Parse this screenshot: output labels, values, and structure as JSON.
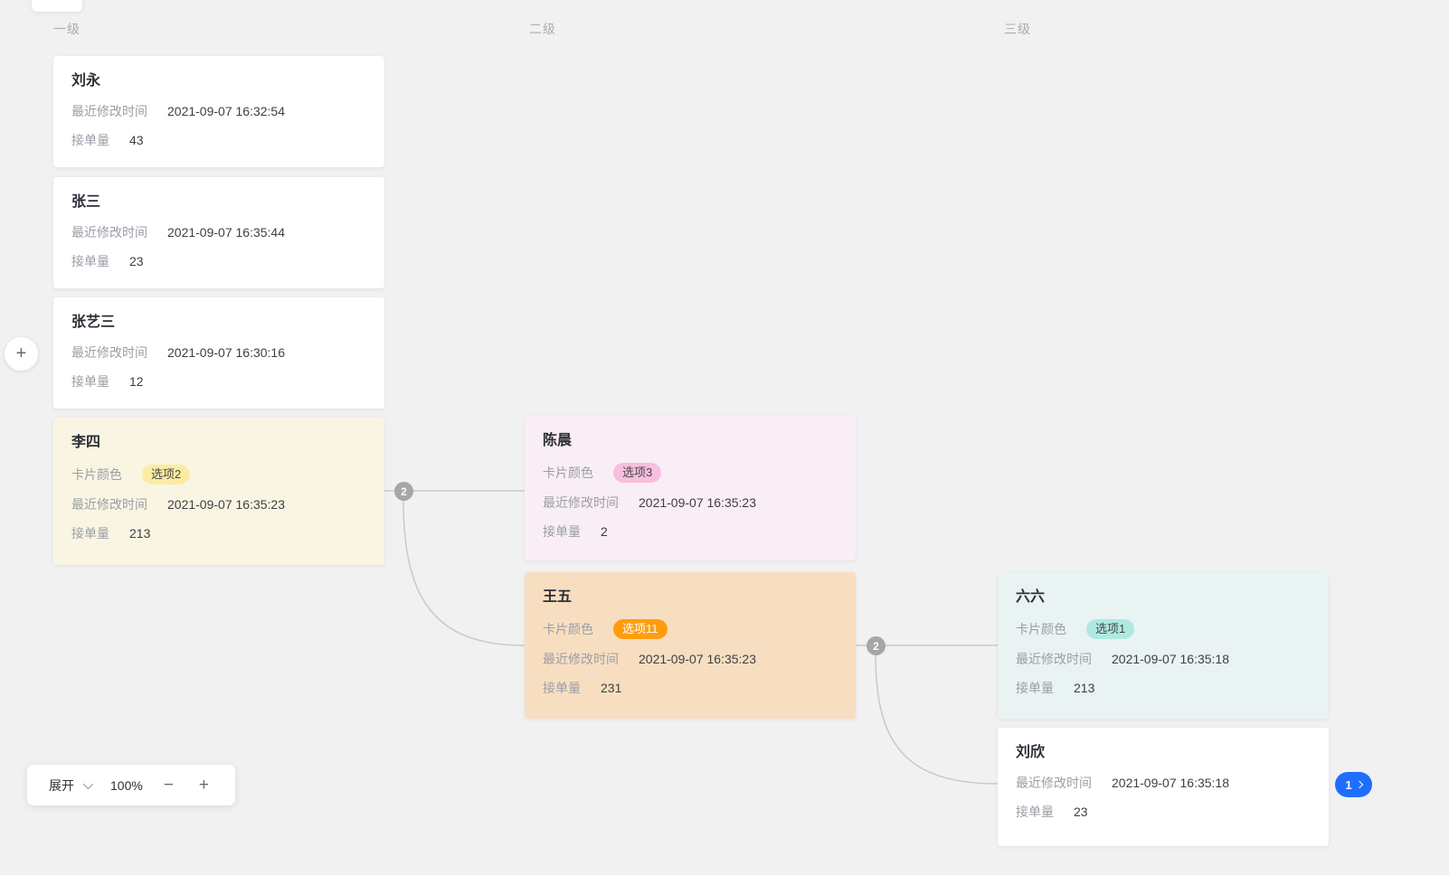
{
  "background": "#f1f1f2",
  "columns": [
    {
      "label": "一级"
    },
    {
      "label": "二级"
    },
    {
      "label": "三级"
    }
  ],
  "field_labels": {
    "color": "卡片颜色",
    "modified": "最近修改时间",
    "orders": "接单量"
  },
  "cards": [
    {
      "title": "刘永",
      "modified": "2021-09-07 16:32:54",
      "orders": "43",
      "bg": "#ffffff"
    },
    {
      "title": "张三",
      "modified": "2021-09-07 16:35:44",
      "orders": "23",
      "bg": "#ffffff"
    },
    {
      "title": "张艺三",
      "modified": "2021-09-07 16:30:16",
      "orders": "12",
      "bg": "#ffffff"
    },
    {
      "title": "李四",
      "badge": "选项2",
      "badge_bg": "#fbeca4",
      "badge_fg": "#464646",
      "modified": "2021-09-07 16:35:23",
      "orders": "213",
      "bg": "#faf5e2"
    },
    {
      "title": "陈晨",
      "badge": "选项3",
      "badge_bg": "#f8bede",
      "badge_fg": "#464646",
      "modified": "2021-09-07 16:35:23",
      "orders": "2",
      "bg": "#f9eef5"
    },
    {
      "title": "王五",
      "badge": "选项11",
      "badge_bg": "#ff9d0f",
      "badge_fg": "#ffffff",
      "modified": "2021-09-07 16:35:23",
      "orders": "231",
      "bg": "#f8dec0"
    },
    {
      "title": "六六",
      "badge": "选项1",
      "badge_bg": "#aeeae2",
      "badge_fg": "#464646",
      "modified": "2021-09-07 16:35:18",
      "orders": "213",
      "bg": "#e9f3f2"
    },
    {
      "title": "刘欣",
      "modified": "2021-09-07 16:35:18",
      "orders": "23",
      "bg": "#ffffff"
    }
  ],
  "connectors": [
    {
      "count": "2"
    },
    {
      "count": "2"
    }
  ],
  "toolbar": {
    "expand_label": "展开",
    "zoom_level": "100%",
    "zoom_out_icon": "−",
    "zoom_in_icon": "+"
  },
  "add_button_icon": "+",
  "pagination": {
    "label": "1"
  },
  "colors": {
    "connector_line": "#c9c9c9",
    "connector_badge_bg": "#a6a6a6",
    "pagination_bg": "#1f6eff"
  }
}
